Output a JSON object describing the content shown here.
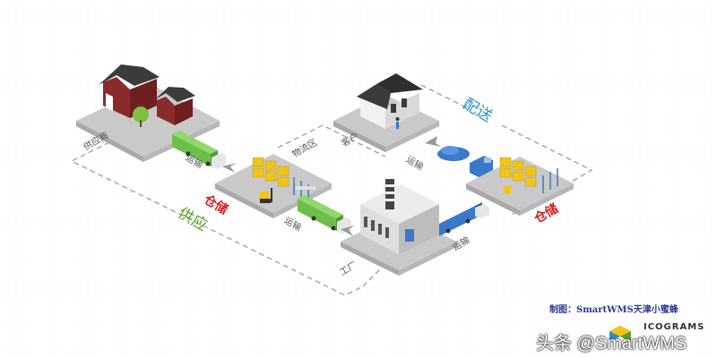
{
  "labels": {
    "supplier": "供应商",
    "supplier_transport": "运输",
    "warehouse_left_zone": "物流区",
    "warehouse_left": "仓储",
    "warehouse_left_transport": "运输",
    "factory": "工厂",
    "factory_transport": "运输",
    "customer": "客户",
    "customer_transport": "运输",
    "warehouse_right": "仓储"
  },
  "zones": {
    "supply": "供应",
    "delivery": "配送"
  },
  "colors": {
    "supply_zone": "#5aa02c",
    "delivery_zone": "#2a8fc8",
    "warehouse_label": "#d42020",
    "dashed_line": "#a8a8a8",
    "tile": "#c9c9c9",
    "green_truck": "#6cc04a",
    "blue_truck": "#3a78c9"
  },
  "footer": {
    "credit": "制图：SmartWMS天津小蜜蜂",
    "brand": "ICOGRAMS",
    "watermark": "头条 @SmartWMS"
  }
}
